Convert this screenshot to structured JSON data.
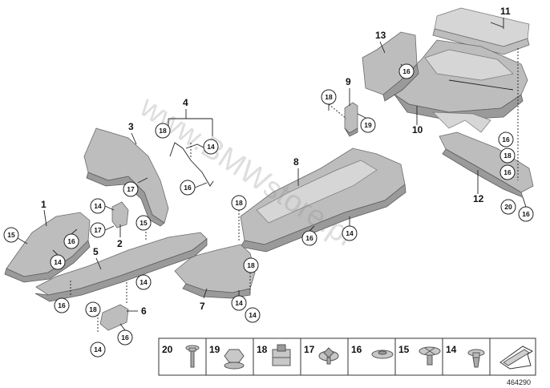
{
  "watermark": "www.BMWstore.pl",
  "diagram_code": "464290",
  "parts": [
    "1",
    "2",
    "3",
    "4",
    "5",
    "6",
    "7",
    "8",
    "9",
    "10",
    "11",
    "12",
    "13"
  ],
  "callouts": {
    "c14": "14",
    "c15": "15",
    "c16": "16",
    "c17": "17",
    "c18": "18",
    "c19": "19",
    "c20": "20"
  },
  "legend": [
    "20",
    "19",
    "18",
    "17",
    "16",
    "15",
    "14"
  ],
  "icons": {
    "legend_arrow": "arrow-icon"
  },
  "colors": {
    "part_fill": "#bdbdbd",
    "part_stroke": "#6a6a6a",
    "line": "#222222"
  }
}
